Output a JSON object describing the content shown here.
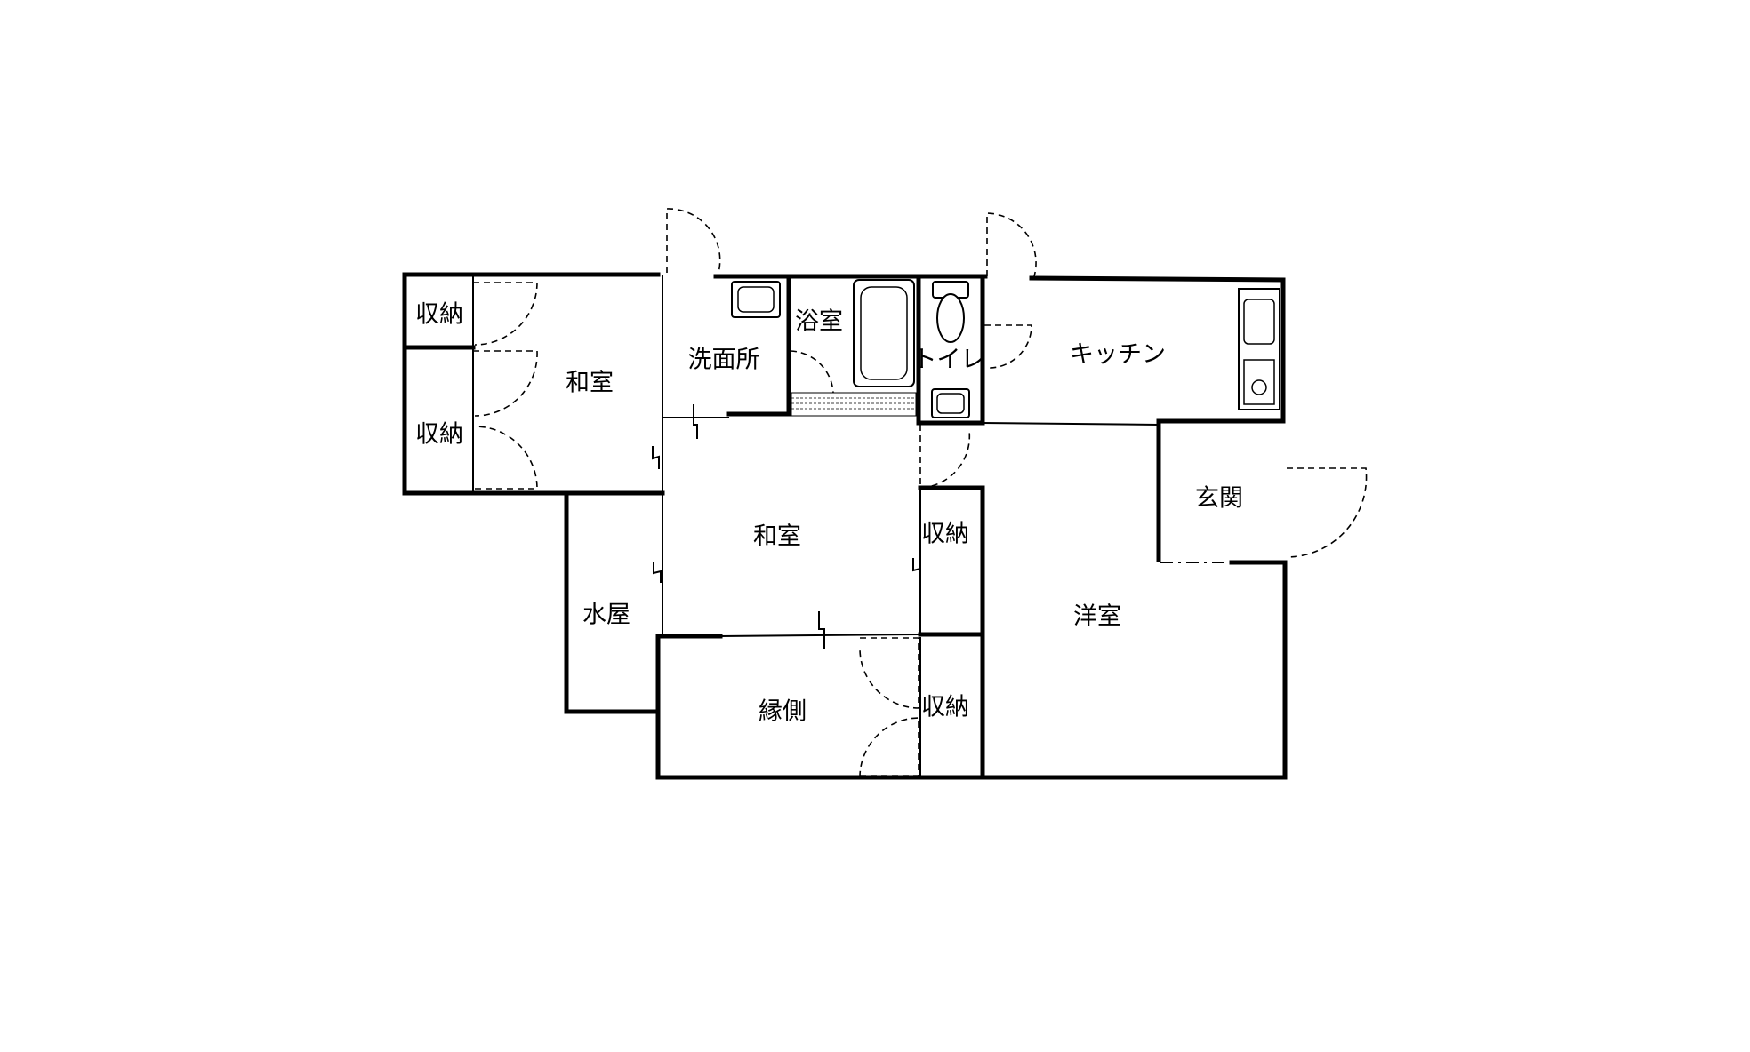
{
  "rooms": {
    "storage_top_left": "収納",
    "storage_mid_left": "収納",
    "washitsu_left": "和室",
    "senmenjo": "洗面所",
    "yokushitsu": "浴室",
    "toilet": "トイレ",
    "kitchen": "キッチン",
    "genkan": "玄関",
    "washitsu_center": "和室",
    "storage_center": "収納",
    "mizuya": "水屋",
    "youshitsu": "洋室",
    "engawa": "縁側",
    "storage_bottom": "収納"
  }
}
